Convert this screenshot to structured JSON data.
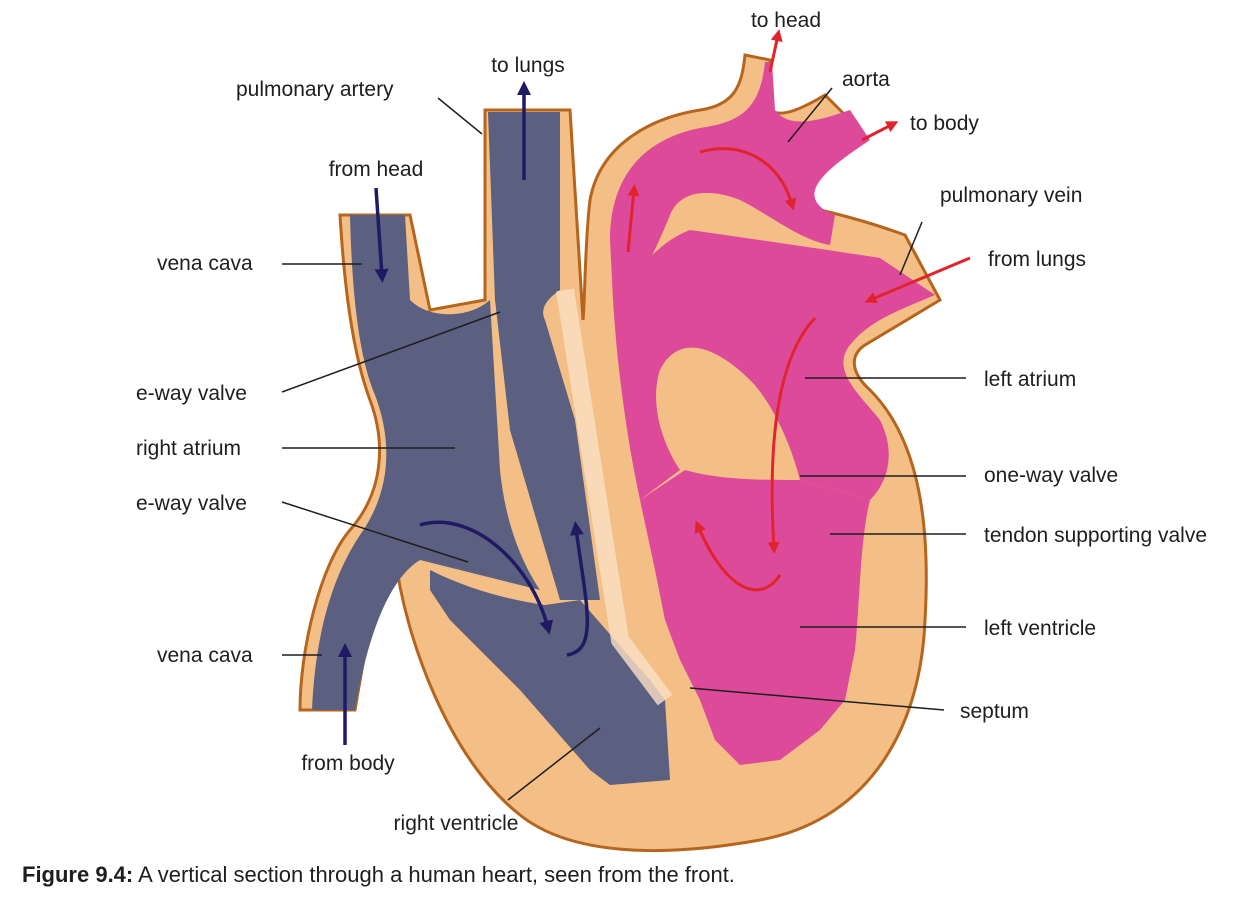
{
  "labels": {
    "to_head": "to head",
    "aorta": "aorta",
    "to_body": "to body",
    "to_lungs": "to lungs",
    "pulmonary_artery": "pulmonary artery",
    "from_head": "from head",
    "pulmonary_vein": "pulmonary vein",
    "vena_cava_top": "vena cava",
    "from_lungs": "from lungs",
    "e_way_valve_top": "e-way valve",
    "left_atrium": "left atrium",
    "right_atrium": "right atrium",
    "one_way_valve": "one-way valve",
    "e_way_valve_bottom": "e-way valve",
    "tendon_supporting_valve": "tendon supporting valve",
    "left_ventricle": "left ventricle",
    "vena_cava_bottom": "vena cava",
    "septum": "septum",
    "from_body": "from body",
    "right_ventricle": "right ventricle"
  },
  "caption": {
    "figure_number": "Figure 9.4:",
    "text": " A vertical section through a human heart, seen from the front."
  },
  "colors": {
    "oxygen_poor_blood": "#5b5f80",
    "oxygen_rich_blood": "#de4a9a",
    "heart_wall": "#f4bf86",
    "wall_outline": "#b5651d",
    "deoxygenated_arrow": "#1f1a63",
    "oxygenated_arrow": "#e0242d"
  }
}
